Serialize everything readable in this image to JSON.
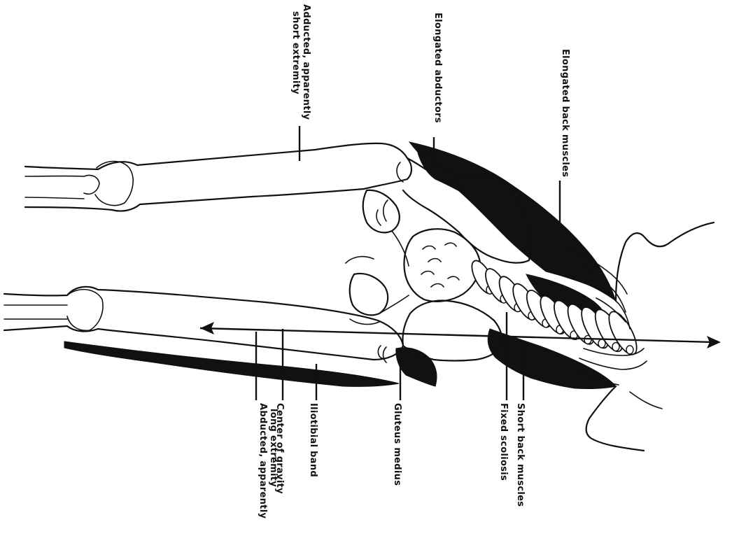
{
  "diagram": {
    "labels": {
      "adducted_short": [
        "Adducted, apparently",
        "short extremity"
      ],
      "elongated_abductors": [
        "Elongated abductors"
      ],
      "elongated_back_muscles": [
        "Elongated back muscles"
      ],
      "short_back_muscles": [
        "Short back muscles"
      ],
      "fixed_scoliosis": [
        "Fixed scoliosis"
      ],
      "gluteus_medius": [
        "Gluteus medius"
      ],
      "iliotibial_band": [
        "Iliotibial band"
      ],
      "center_of_gravity": [
        "Center of gravity"
      ],
      "abducted_long": [
        "Abducted, apparently",
        "long extremity"
      ]
    },
    "colors": {
      "ink": "#111111",
      "background": "#ffffff"
    }
  }
}
